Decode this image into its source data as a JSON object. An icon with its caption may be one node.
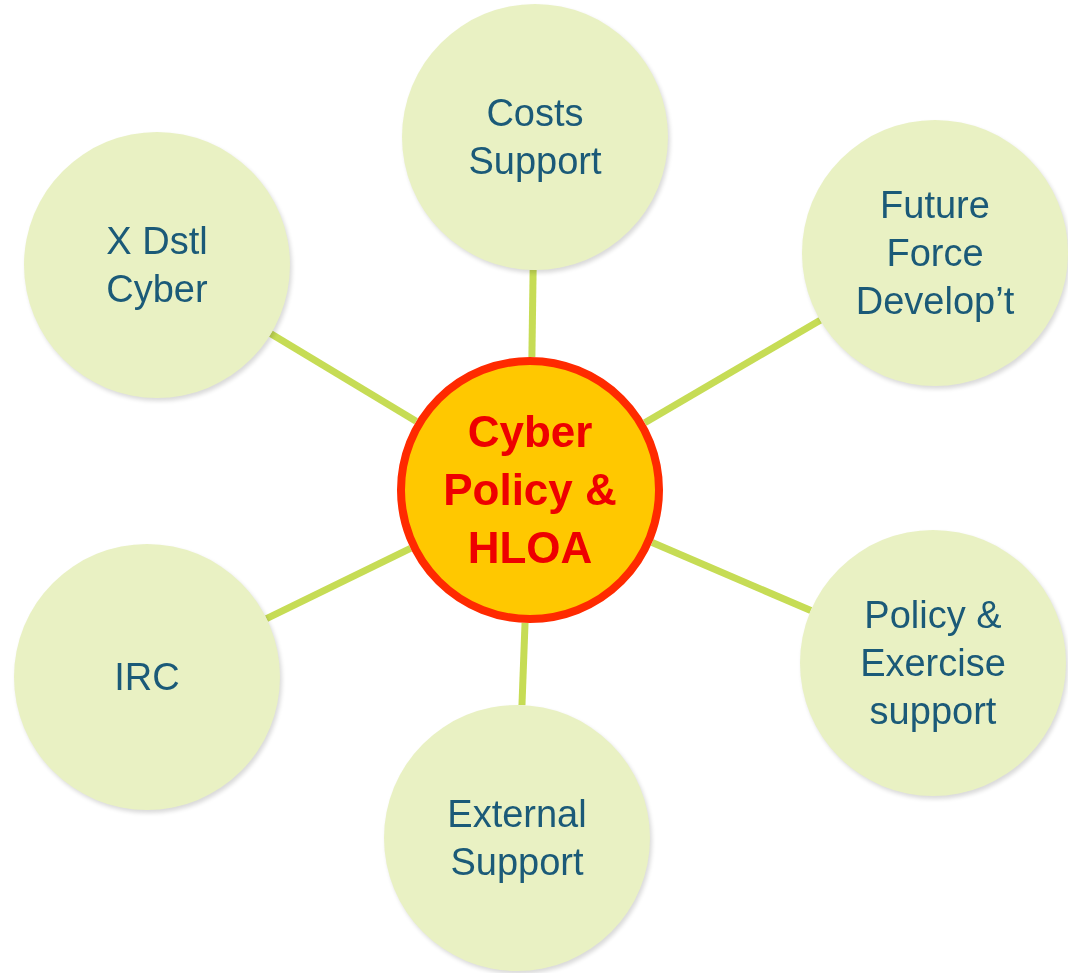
{
  "diagram": {
    "nodes": [
      {
        "text": [
          "Costs Support"
        ]
      },
      {
        "text": [
          "X Dstl Cyber"
        ]
      },
      {
        "text": [
          "Future Force Develop’t"
        ]
      },
      {
        "text": [
          "Cyber Policy & HLOA"
        ]
      },
      {
        "text": [
          "IRC"
        ]
      },
      {
        "text": [
          "Policy & Exercise support"
        ]
      },
      {
        "text": [
          "External Support"
        ]
      }
    ],
    "edges": [
      {
        "from": 3,
        "to": 0,
        "arrow": "none"
      },
      {
        "from": 3,
        "to": 1,
        "arrow": "none"
      },
      {
        "from": 3,
        "to": 2,
        "arrow": "none"
      },
      {
        "from": 3,
        "to": 4,
        "arrow": "none"
      },
      {
        "from": 3,
        "to": 5,
        "arrow": "none"
      },
      {
        "from": 3,
        "to": 6,
        "arrow": "none"
      }
    ]
  }
}
